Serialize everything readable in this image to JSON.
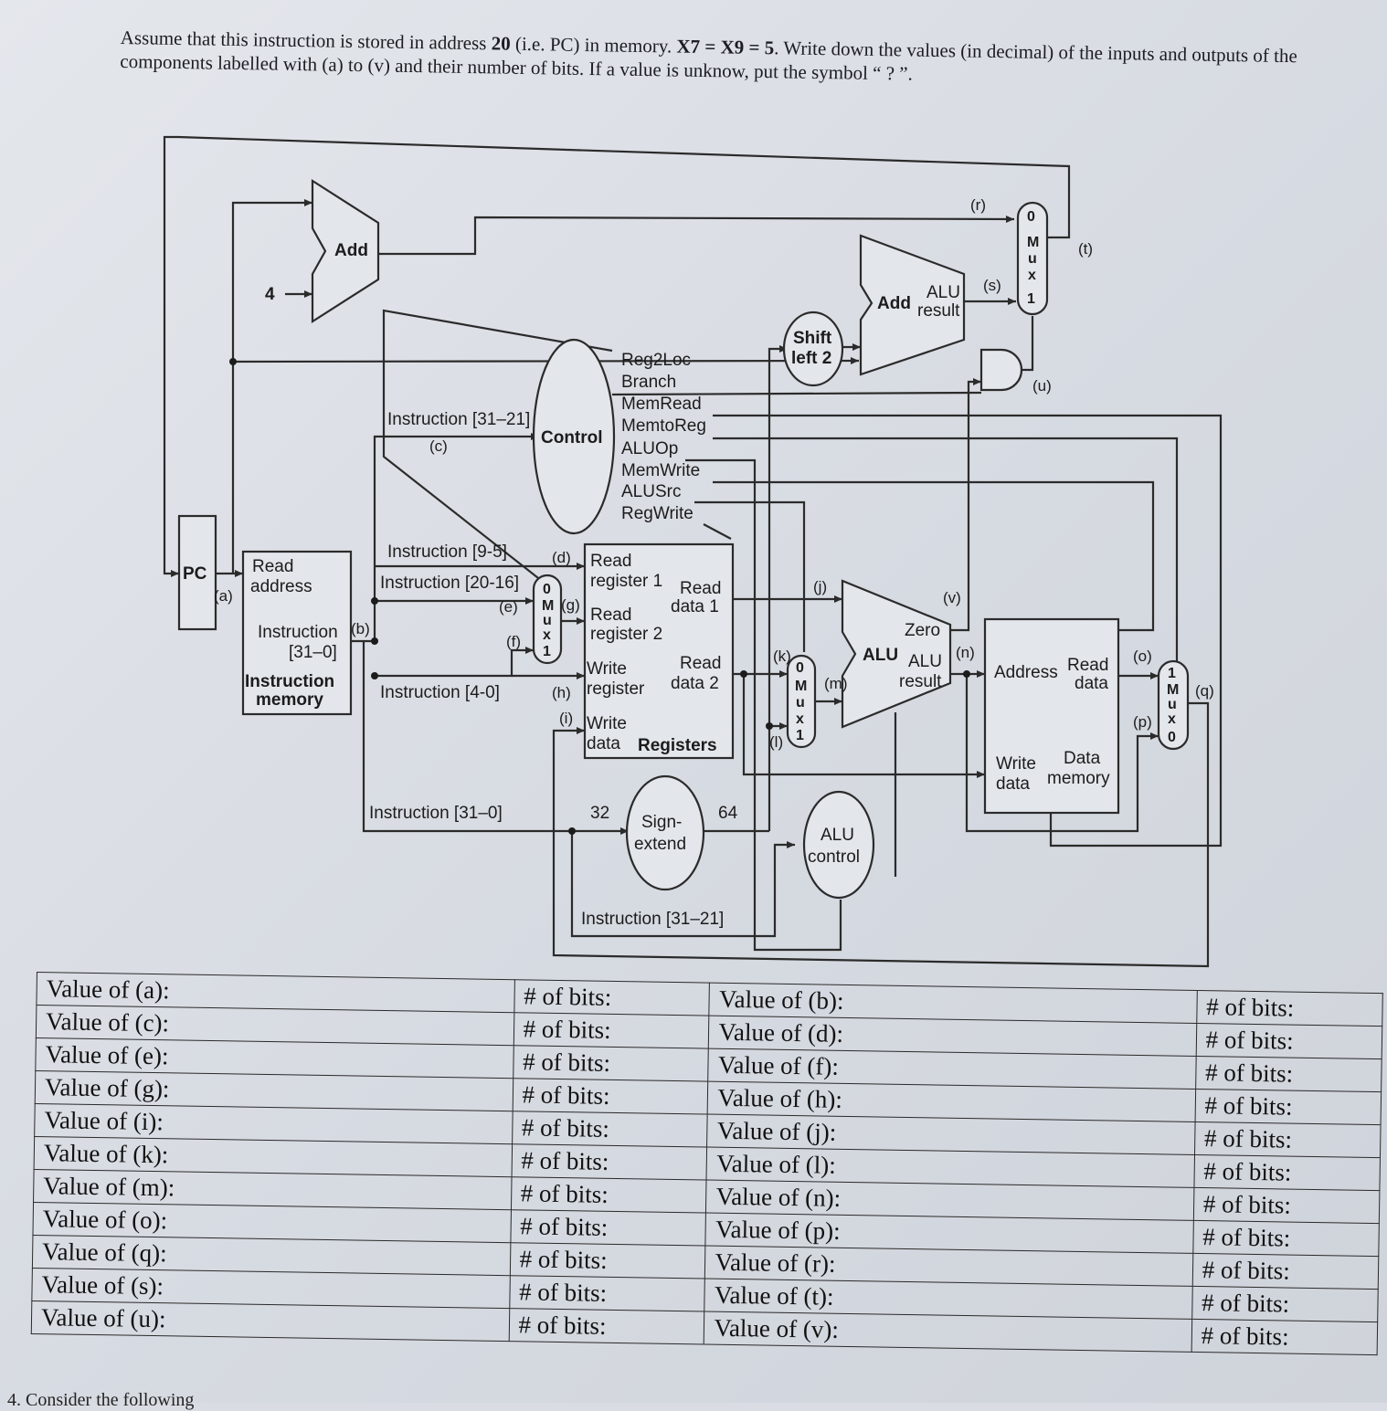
{
  "question": {
    "intro": "Assume that this instruction is stored in address ",
    "address": "20",
    "pc_note": " (i.e. PC) in memory. ",
    "registers": "X7 = X9 = 5",
    "rest": ". Write down the values (in decimal) of the inputs and outputs of the components labelled with (a) to (v) and their number of bits. If a value is unknow, put the symbol “ ? ”."
  },
  "diagram": {
    "add_top": "Add",
    "four": "4",
    "pc": "PC",
    "read_address": [
      "Read",
      "address"
    ],
    "instruction_out": [
      "Instruction",
      "[31–0]"
    ],
    "instruction_memory": [
      "Instruction",
      "memory"
    ],
    "control": "Control",
    "control_signals": [
      "Reg2Loc",
      "Branch",
      "MemRead",
      "MemtoReg",
      "ALUOp",
      "MemWrite",
      "ALUSrc",
      "RegWrite"
    ],
    "instr_31_21": "Instruction [31–21]",
    "instr_9_5": "Instruction [9-5]",
    "instr_20_16": "Instruction [20-16]",
    "instr_4_0": "Instruction [4-0]",
    "instr_31_0": "Instruction [31–0]",
    "instr_31_21_bottom": "Instruction [31–21]",
    "read_register_1": [
      "Read",
      "register 1"
    ],
    "read_register_2": [
      "Read",
      "register 2"
    ],
    "write_register": [
      "Write",
      "register"
    ],
    "write_data": [
      "Write",
      "data"
    ],
    "read_data_1": [
      "Read",
      "data 1"
    ],
    "read_data_2": [
      "Read",
      "data 2"
    ],
    "registers": "Registers",
    "sign_extend": [
      "Sign-",
      "extend"
    ],
    "bits_32": "32",
    "bits_64": "64",
    "shift_left_2": [
      "Shift",
      "left 2"
    ],
    "add_branch": "Add",
    "alu_result": [
      "ALU",
      "result"
    ],
    "alu": "ALU",
    "zero": "Zero",
    "alu_result2": [
      "ALU",
      "result"
    ],
    "alu_control": [
      "ALU",
      "control"
    ],
    "address": "Address",
    "read_data": [
      "Read",
      "data"
    ],
    "write_data_mem": [
      "Write",
      "data"
    ],
    "data_memory": [
      "Data",
      "memory"
    ],
    "mux_letters": [
      "M",
      "u",
      "x"
    ],
    "mux_zero": "0",
    "mux_one": "1",
    "labels": [
      "(a)",
      "(b)",
      "(c)",
      "(d)",
      "(e)",
      "(f)",
      "(g)",
      "(h)",
      "(i)",
      "(j)",
      "(k)",
      "(l)",
      "(m)",
      "(n)",
      "(o)",
      "(p)",
      "(q)",
      "(r)",
      "(s)",
      "(t)",
      "(u)",
      "(v)"
    ]
  },
  "table": {
    "rows": [
      {
        "left": "Value of (a):",
        "left_bits": "# of bits:",
        "right": "Value of (b):",
        "right_bits": "# of bits:"
      },
      {
        "left": "Value of (c):",
        "left_bits": "# of bits:",
        "right": "Value of (d):",
        "right_bits": "# of bits:"
      },
      {
        "left": "Value of (e):",
        "left_bits": "# of bits:",
        "right": "Value of (f):",
        "right_bits": "# of bits:"
      },
      {
        "left": "Value of (g):",
        "left_bits": "# of bits:",
        "right": "Value of (h):",
        "right_bits": "# of bits:"
      },
      {
        "left": "Value of (i):",
        "left_bits": "# of bits:",
        "right": "Value of (j):",
        "right_bits": "# of bits:"
      },
      {
        "left": "Value of (k):",
        "left_bits": "# of bits:",
        "right": "Value of (l):",
        "right_bits": "# of bits:"
      },
      {
        "left": "Value of (m):",
        "left_bits": "# of bits:",
        "right": "Value of (n):",
        "right_bits": "# of bits:"
      },
      {
        "left": "Value of (o):",
        "left_bits": "# of bits:",
        "right": "Value of (p):",
        "right_bits": "# of bits:"
      },
      {
        "left": "Value of (q):",
        "left_bits": "# of bits:",
        "right": "Value of (r):",
        "right_bits": "# of bits:"
      },
      {
        "left": "Value of (s):",
        "left_bits": "# of bits:",
        "right": "Value of (t):",
        "right_bits": "# of bits:"
      },
      {
        "left": "Value of (u):",
        "left_bits": "# of bits:",
        "right": "Value of (v):",
        "right_bits": "# of bits:"
      }
    ]
  },
  "footer": "4. Consider the following"
}
